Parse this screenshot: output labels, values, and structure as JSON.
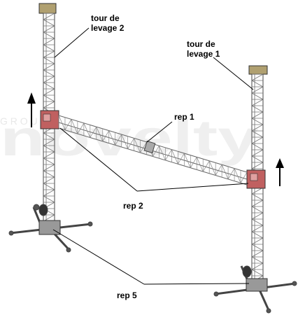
{
  "labels": {
    "tower2": "tour de\nlevage 2",
    "tower1": "tour de\nlevage 1",
    "rep1": "rep 1",
    "rep2": "rep 2",
    "rep5": "rep 5"
  },
  "watermark": {
    "top": "G R O U P",
    "main": "novelty"
  },
  "colors": {
    "frame": "#444444",
    "truss": "#666666",
    "block": "#c06060",
    "watermark": "#efefef"
  }
}
